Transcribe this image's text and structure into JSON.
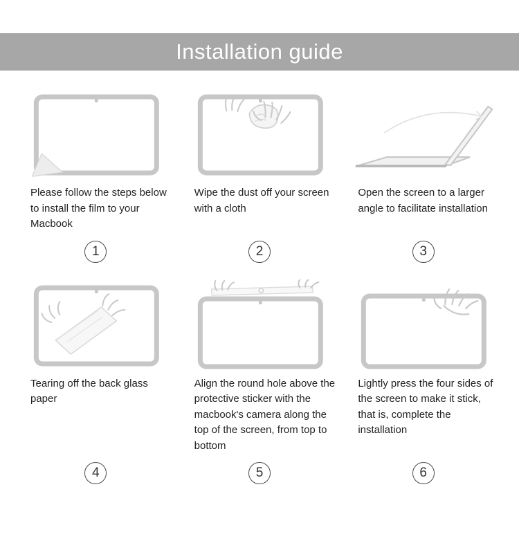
{
  "header": {
    "title": "Installation guide"
  },
  "steps": [
    {
      "number": "1",
      "caption": "Please follow the steps below to install the film to your Macbook",
      "illustration": "macbook-with-peeling-film-icon"
    },
    {
      "number": "2",
      "caption": "Wipe the dust off your screen with a cloth",
      "illustration": "hands-wiping-screen-icon"
    },
    {
      "number": "3",
      "caption": "Open the screen to a larger angle to facilitate installation",
      "illustration": "open-laptop-angle-icon"
    },
    {
      "number": "4",
      "caption": "Tearing off the back glass paper",
      "illustration": "hands-tearing-film-icon"
    },
    {
      "number": "5",
      "caption": "Align the round hole above the protective sticker with the macbook's camera along the top of the screen, from top to bottom",
      "illustration": "hands-aligning-film-icon"
    },
    {
      "number": "6",
      "caption": "Lightly press the four sides of the screen to make it stick, that is, complete the installation",
      "illustration": "hand-pressing-screen-icon"
    }
  ],
  "colors": {
    "header_bg": "#a7a7a7",
    "header_text": "#ffffff",
    "line_art": "#c7c7c7",
    "text": "#222222",
    "badge_border": "#4a4a4a"
  }
}
